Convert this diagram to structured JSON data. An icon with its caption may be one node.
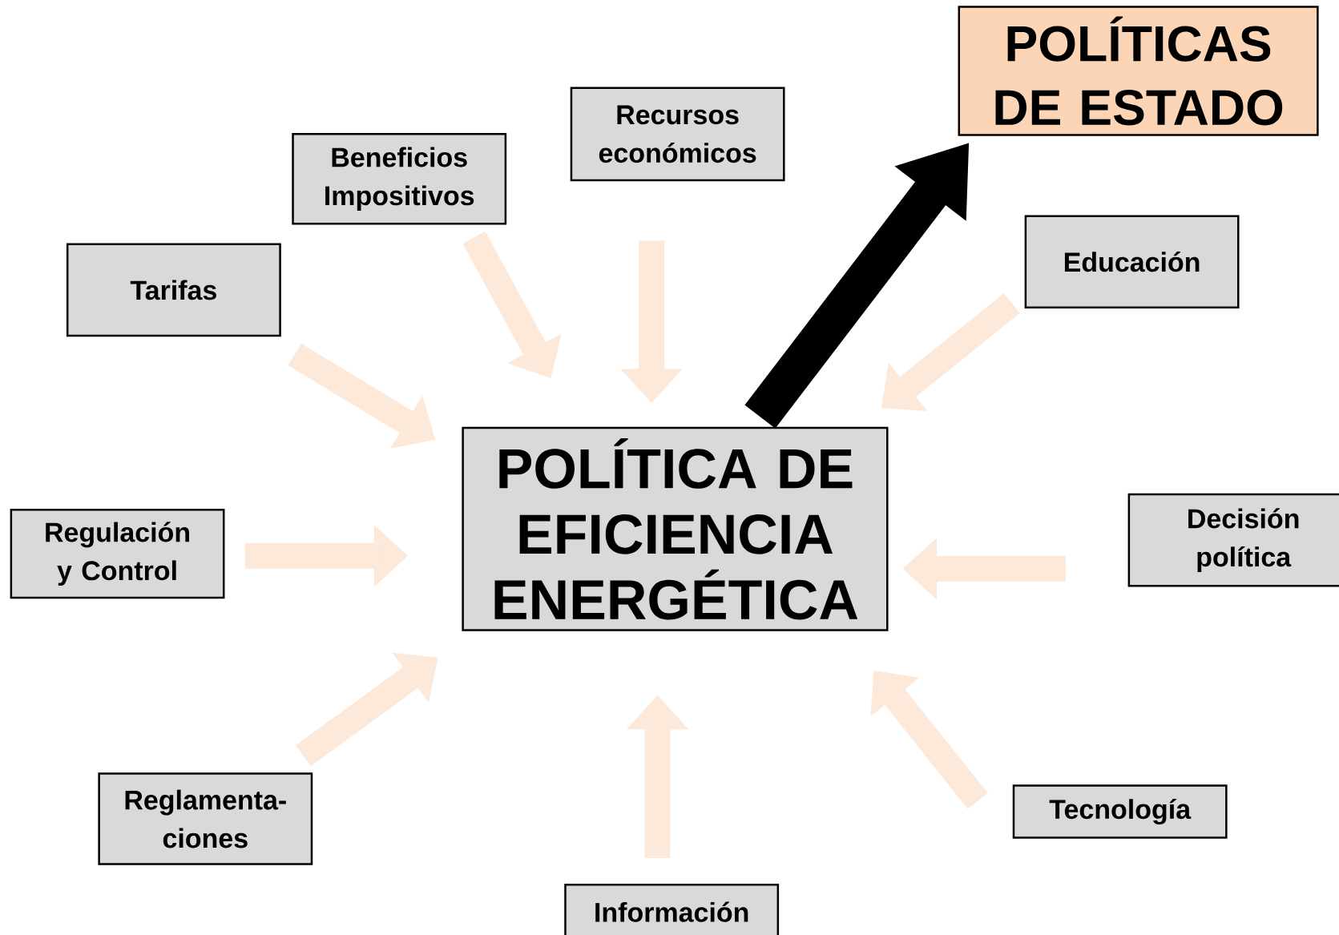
{
  "diagram": {
    "nodes": [
      {
        "text": [
          "POLÍTICAS DE ESTADO"
        ]
      },
      {
        "text": [
          "Recursos económicos"
        ]
      },
      {
        "text": [
          "Beneficios Impositivos"
        ]
      },
      {
        "text": [
          "Educación"
        ]
      },
      {
        "text": [
          "Tarifas"
        ]
      },
      {
        "text": [
          "POLÍTICA DE EFICIENCIA ENERGÉTICA"
        ]
      },
      {
        "text": [
          "Decisión política"
        ]
      },
      {
        "text": [
          "Regulación y Control"
        ]
      },
      {
        "text": [
          "Reglamenta-ciones"
        ]
      },
      {
        "text": [
          "Tecnología"
        ]
      },
      {
        "text": [
          "Información"
        ]
      }
    ],
    "edges": [
      {
        "from": 1,
        "to": 5,
        "arrow": "to"
      },
      {
        "from": 2,
        "to": 5,
        "arrow": "to"
      },
      {
        "from": 3,
        "to": 5,
        "arrow": "to"
      },
      {
        "from": 4,
        "to": 5,
        "arrow": "to"
      },
      {
        "from": 6,
        "to": 5,
        "arrow": "to"
      },
      {
        "from": 7,
        "to": 5,
        "arrow": "to"
      },
      {
        "from": 8,
        "to": 5,
        "arrow": "to"
      },
      {
        "from": 9,
        "to": 5,
        "arrow": "to"
      },
      {
        "from": 10,
        "to": 5,
        "arrow": "to"
      },
      {
        "from": 5,
        "to": 0,
        "arrow": "to",
        "color": "#000000"
      }
    ]
  }
}
